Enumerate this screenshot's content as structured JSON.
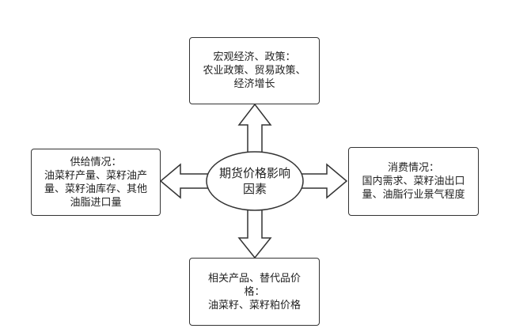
{
  "center": {
    "line1": "期货价格影响",
    "line2": "因素"
  },
  "top": {
    "line1": "宏观经济、政策：",
    "line2": "农业政策、贸易政策、",
    "line3": "经济增长"
  },
  "left": {
    "line1": "供给情况：",
    "line2": "油菜籽产量、菜籽油产",
    "line3": "量、菜籽油库存、其他",
    "line4": "油脂进口量"
  },
  "right": {
    "line1": "消费情况：",
    "line2": "国内需求、菜籽油出口",
    "line3": "量、油脂行业景气程度"
  },
  "bottom": {
    "line1": "相关产品、替代品价",
    "line2": "格：",
    "line3": "油菜籽、菜籽粕价格"
  },
  "colors": {
    "stroke": "#333333",
    "fill": "#ffffff"
  }
}
